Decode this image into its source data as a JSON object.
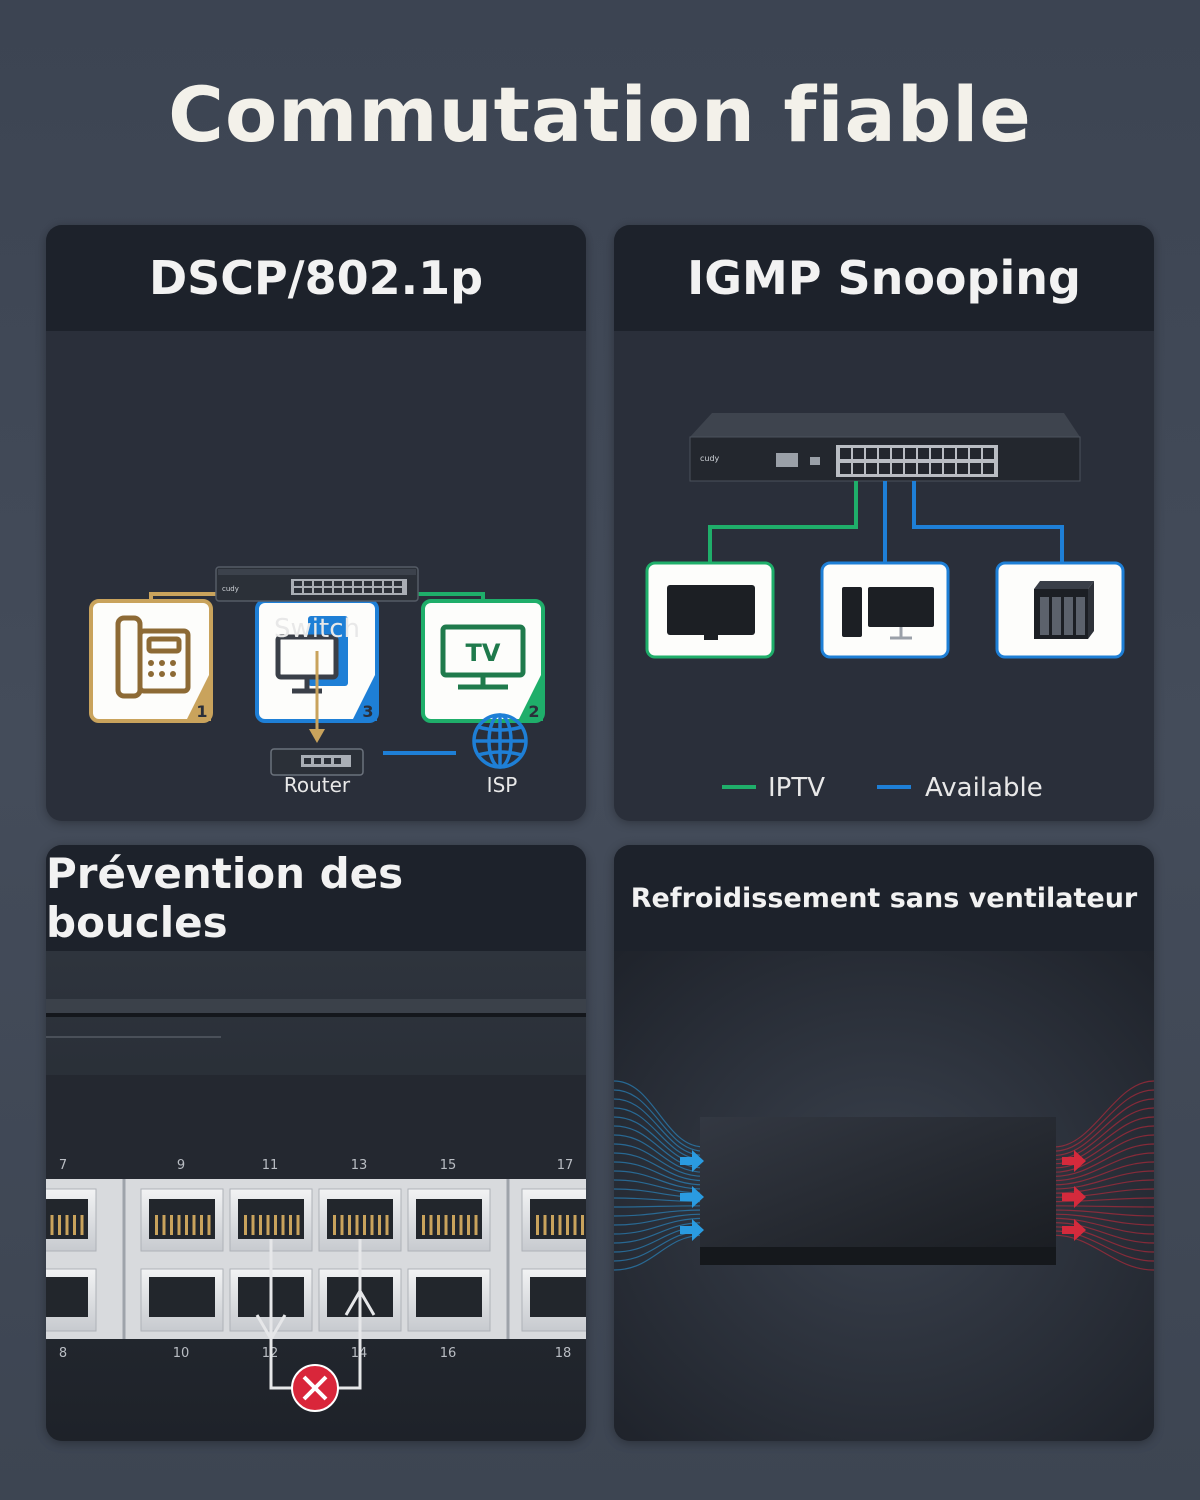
{
  "title": "Commutation fiable",
  "panels": {
    "dscp": {
      "title": "DSCP/802.1p",
      "devices": [
        {
          "icon": "phone-icon",
          "badge": "1",
          "color": "#c9a35c"
        },
        {
          "icon": "computer-icon",
          "badge": "3",
          "color": "#1e7fd6"
        },
        {
          "icon": "tv-icon",
          "badge": "2",
          "color": "#1fae6a",
          "text": "TV"
        }
      ],
      "switch_label": "Switch",
      "switch_brand": "cudy",
      "router_label": "Router",
      "isp_label": "ISP"
    },
    "igmp": {
      "title": "IGMP Snooping",
      "switch_brand": "cudy",
      "legend": [
        {
          "label": "IPTV",
          "color": "#1fae6a"
        },
        {
          "label": "Available",
          "color": "#1e7fd6"
        }
      ]
    },
    "loop": {
      "title": "Prévention des boucles",
      "port_numbers_top": [
        "7",
        "9",
        "11",
        "13",
        "15",
        "17"
      ],
      "port_numbers_bottom": [
        "8",
        "10",
        "12",
        "14",
        "16",
        "18"
      ],
      "error_color": "#d9263a"
    },
    "cooling": {
      "title": "Refroidissement sans ventilateur",
      "cold_color": "#2a9be0",
      "hot_color": "#d42a3c"
    }
  }
}
